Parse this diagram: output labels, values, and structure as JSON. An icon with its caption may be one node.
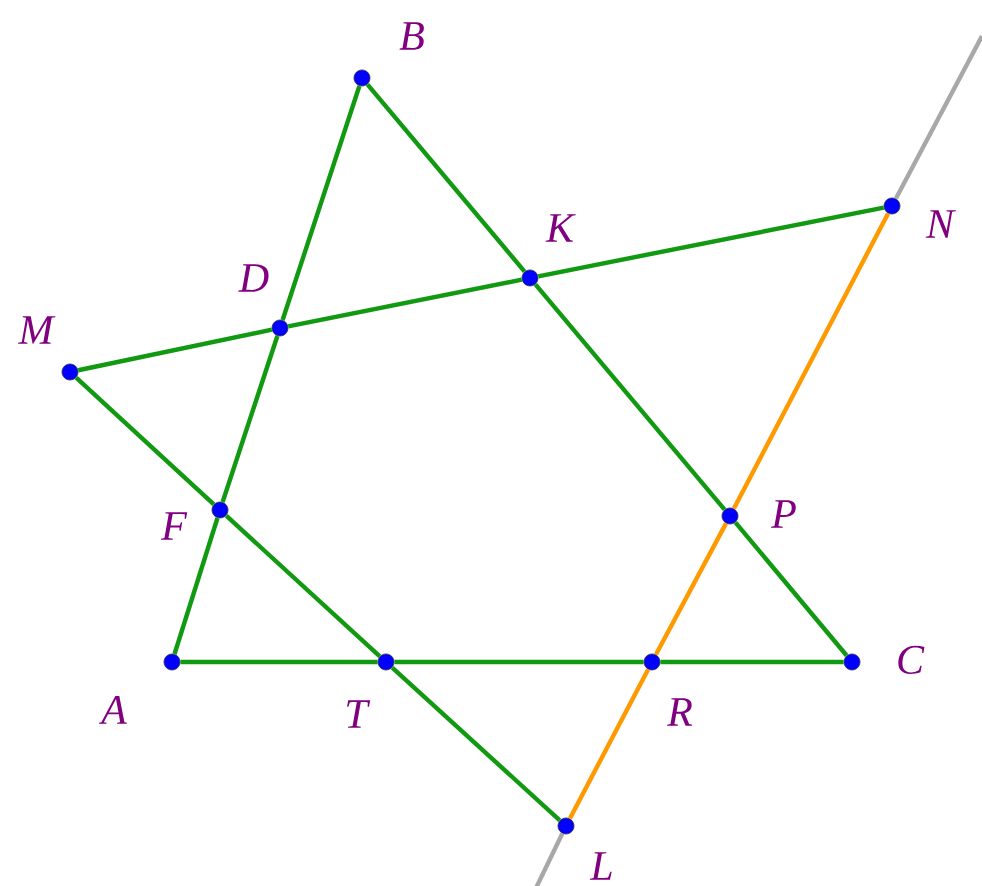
{
  "diagram": {
    "nodes": [
      {
        "text": [],
        "shape": "circle",
        "beside": [
          "B"
        ]
      },
      {
        "text": [],
        "shape": "circle",
        "beside": [
          "K"
        ]
      },
      {
        "text": [],
        "shape": "circle",
        "beside": [
          "N"
        ]
      },
      {
        "text": [],
        "shape": "circle",
        "beside": [
          "D"
        ]
      },
      {
        "text": [],
        "shape": "circle",
        "beside": [
          "M"
        ]
      },
      {
        "text": [],
        "shape": "circle",
        "beside": [
          "F"
        ]
      },
      {
        "text": [],
        "shape": "circle",
        "beside": [
          "P"
        ]
      },
      {
        "text": [],
        "shape": "circle",
        "beside": [
          "A"
        ]
      },
      {
        "text": [],
        "shape": "circle",
        "beside": [
          "T"
        ]
      },
      {
        "text": [],
        "shape": "circle",
        "beside": [
          "R"
        ]
      },
      {
        "text": [],
        "shape": "circle",
        "beside": [
          "C"
        ]
      },
      {
        "text": [],
        "shape": "circle",
        "beside": [
          "L"
        ]
      }
    ],
    "edges": [
      {
        "from": 7,
        "to": 5,
        "arrow": "none"
      },
      {
        "from": 5,
        "to": 3,
        "arrow": "none"
      },
      {
        "from": 3,
        "to": 0,
        "arrow": "none"
      },
      {
        "from": 0,
        "to": 1,
        "arrow": "none"
      },
      {
        "from": 1,
        "to": 6,
        "arrow": "none"
      },
      {
        "from": 6,
        "to": 10,
        "arrow": "none"
      },
      {
        "from": 7,
        "to": 8,
        "arrow": "none"
      },
      {
        "from": 8,
        "to": 9,
        "arrow": "none"
      },
      {
        "from": 9,
        "to": 10,
        "arrow": "none"
      },
      {
        "from": 4,
        "to": 3,
        "arrow": "none"
      },
      {
        "from": 3,
        "to": 1,
        "arrow": "none"
      },
      {
        "from": 1,
        "to": 2,
        "arrow": "none"
      },
      {
        "from": 4,
        "to": 5,
        "arrow": "none"
      },
      {
        "from": 5,
        "to": 8,
        "arrow": "none"
      },
      {
        "from": 8,
        "to": 11,
        "arrow": "none"
      },
      {
        "from": 2,
        "to": 6,
        "arrow": "none",
        "color": "#ff9900"
      },
      {
        "from": 6,
        "to": 9,
        "arrow": "none",
        "color": "#ff9900"
      },
      {
        "from": 9,
        "to": 11,
        "arrow": "none",
        "color": "#ff9900"
      },
      {
        "from": null,
        "to": 2,
        "arrow": "none",
        "color": "#a8a8a8"
      },
      {
        "from": 11,
        "to": null,
        "arrow": "none",
        "color": "#a8a8a8"
      }
    ]
  }
}
